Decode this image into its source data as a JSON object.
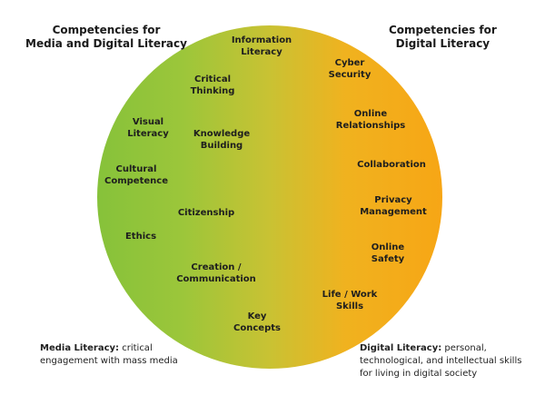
{
  "headers": {
    "left": {
      "line1": "Competencies for",
      "line2": "Media and Digital Literacy"
    },
    "right": {
      "line1": "Competencies for",
      "line2": "Digital Literacy"
    }
  },
  "circle": {
    "gradient_left": "#86c23a",
    "gradient_right": "#f7a615"
  },
  "competencies": [
    {
      "id": "information-literacy",
      "line1": "Information",
      "line2": "Literacy"
    },
    {
      "id": "critical-thinking",
      "line1": "Critical",
      "line2": "Thinking"
    },
    {
      "id": "visual-literacy",
      "line1": "Visual",
      "line2": "Literacy"
    },
    {
      "id": "knowledge-building",
      "line1": "Knowledge",
      "line2": "Building"
    },
    {
      "id": "cultural-competence",
      "line1": "Cultural",
      "line2": "Competence"
    },
    {
      "id": "citizenship",
      "line1": "Citizenship",
      "line2": ""
    },
    {
      "id": "ethics",
      "line1": "Ethics",
      "line2": ""
    },
    {
      "id": "creation-communication",
      "line1": "Creation /",
      "line2": "Communication"
    },
    {
      "id": "key-concepts",
      "line1": "Key",
      "line2": "Concepts"
    },
    {
      "id": "cyber-security",
      "line1": "Cyber",
      "line2": "Security"
    },
    {
      "id": "online-relationships",
      "line1": "Online",
      "line2": "Relationships"
    },
    {
      "id": "collaboration",
      "line1": "Collaboration",
      "line2": ""
    },
    {
      "id": "privacy-management",
      "line1": "Privacy",
      "line2": "Management"
    },
    {
      "id": "online-safety",
      "line1": "Online",
      "line2": "Safety"
    },
    {
      "id": "life-work-skills",
      "line1": "Life / Work",
      "line2": "Skills"
    }
  ],
  "notes": {
    "media": {
      "term": "Media Literacy:",
      "text1": " critical",
      "text2": "engagement with mass media"
    },
    "digital": {
      "term": "Digital Literacy:",
      "text1": " personal,",
      "text2": "technological, and intellectual skills",
      "text3": "for living in digital society"
    }
  }
}
